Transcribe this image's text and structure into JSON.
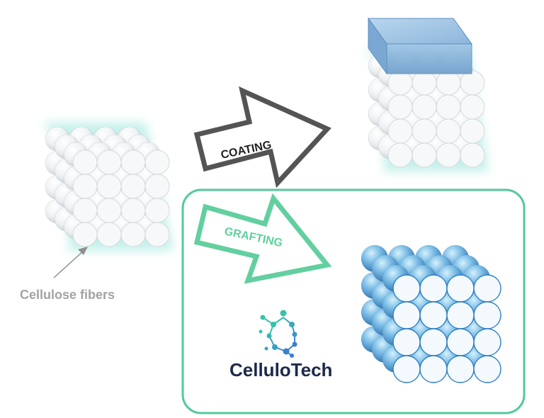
{
  "labels": {
    "fibers": "Cellulose fibers",
    "coating": "COATING",
    "grafting": "GRAFTING"
  },
  "logo": {
    "text_part1": "Cellulo",
    "text_part2": "Tech",
    "icon": "molecule-network-icon"
  },
  "colors": {
    "sphere_white_light": "#ffffff",
    "sphere_white_dark": "#c9cfd3",
    "glow": "#c4f0ea",
    "coating_fill": "#8fb9dc",
    "coating_edge": "#5b8fbf",
    "grafted_light": "#bfe3f7",
    "grafted_dark": "#2f7fc2",
    "frame": "#52c99a",
    "coating_arrow": "#555555",
    "grafting_arrow": "#5fcf9c",
    "fibers_label": "#a3a3a3",
    "logo_text": "#1d2a4a",
    "logo_icon_teal": "#35c2a8",
    "logo_icon_blue": "#3c7fd0"
  }
}
